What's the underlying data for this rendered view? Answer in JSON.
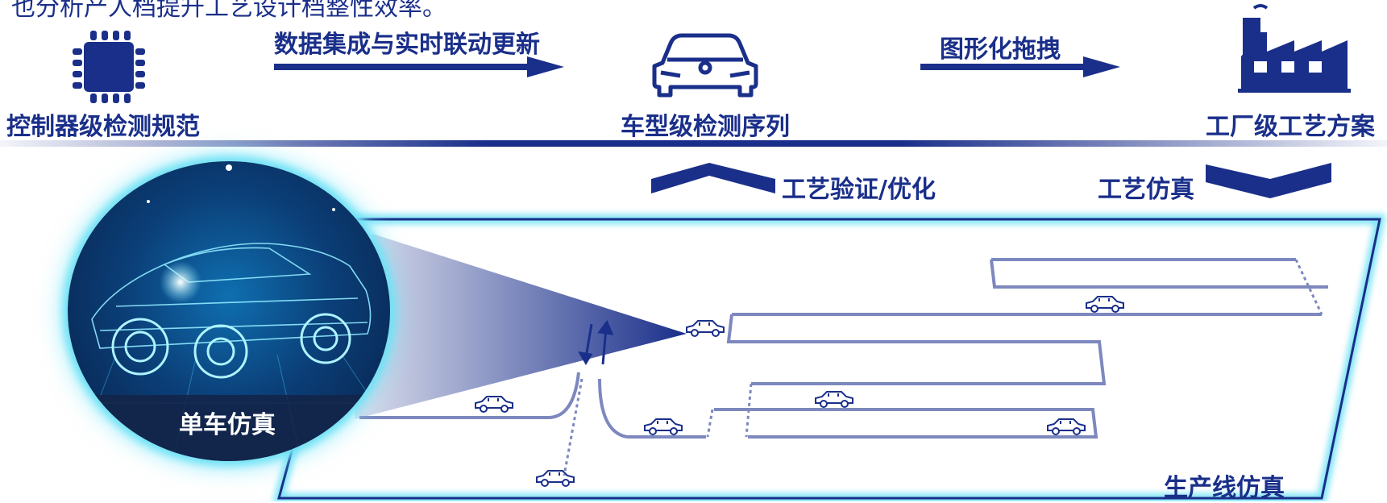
{
  "top_cut_text": "也分析产人档提升工艺设计档整性效率。",
  "nodes": {
    "controller": {
      "label": "控制器级检测规范",
      "icon": "chip-icon"
    },
    "vehicle": {
      "label": "车型级检测序列",
      "icon": "car-front-icon"
    },
    "factory": {
      "label": "工厂级工艺方案",
      "icon": "factory-icon"
    }
  },
  "arrows": {
    "data_integration": "数据集成与实时联动更新",
    "graphical_drag": "图形化拖拽"
  },
  "process": {
    "verify_optimize": "工艺验证/优化",
    "process_simulation": "工艺仿真"
  },
  "single_vehicle": "单车仿真",
  "production_line": "生产线仿真",
  "colors": {
    "primary": "#1a2f8a",
    "glow": "#6fe2f5",
    "track": "#7d88be"
  }
}
